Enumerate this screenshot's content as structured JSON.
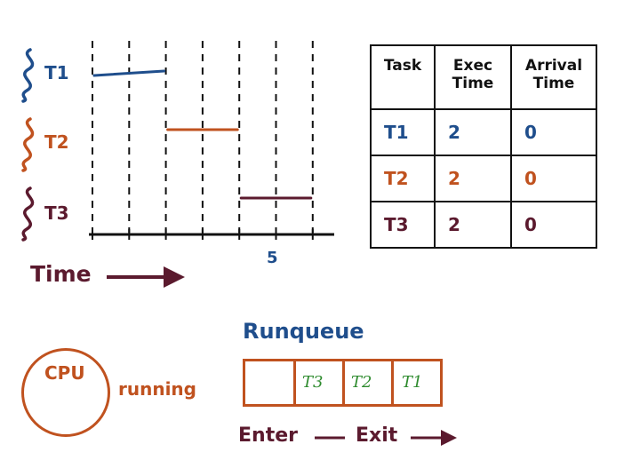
{
  "colors": {
    "t1": "#1f4e8c",
    "t2": "#c0521f",
    "t3": "#5b1a2e",
    "runqueue_text": "#2e8b2e"
  },
  "threads": [
    {
      "label": "T1",
      "icon": "thread-squiggle-icon",
      "color": "#1f4e8c"
    },
    {
      "label": "T2",
      "icon": "thread-squiggle-icon",
      "color": "#c0521f"
    },
    {
      "label": "T3",
      "icon": "thread-squiggle-icon",
      "color": "#5b1a2e"
    }
  ],
  "timeline": {
    "axis_label": "Time",
    "tick_label": "5",
    "segments": [
      {
        "task": "T1",
        "start": 0,
        "end": 2
      },
      {
        "task": "T2",
        "start": 2,
        "end": 4
      },
      {
        "task": "T3",
        "start": 4,
        "end": 6
      }
    ],
    "slots": 6
  },
  "table": {
    "headers": [
      "Task",
      "Exec\nTime",
      "Arrival\nTime"
    ],
    "rows": [
      [
        "T1",
        "2",
        "0"
      ],
      [
        "T2",
        "2",
        "0"
      ],
      [
        "T3",
        "2",
        "0"
      ]
    ]
  },
  "cpu": {
    "label": "CPU",
    "status": "running"
  },
  "runqueue": {
    "title": "Runqueue",
    "slots": [
      "",
      "T3",
      "T2",
      "T1"
    ],
    "enter_label": "Enter",
    "exit_label": "Exit"
  }
}
